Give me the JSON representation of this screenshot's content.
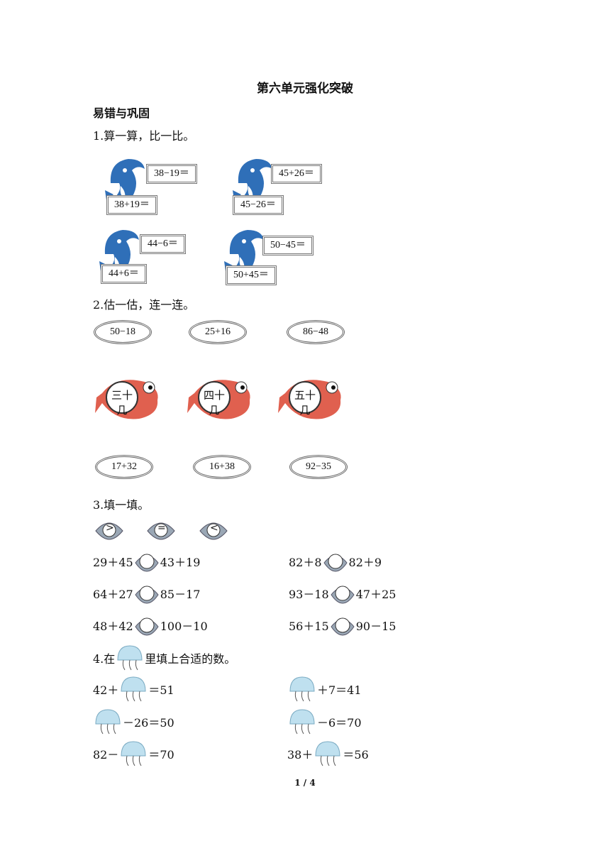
{
  "title": "第六单元强化突破",
  "section": "易错与巩固",
  "q1": {
    "label": "1.算一算，比一比。",
    "pairs": [
      [
        "38−19＝",
        "38+19＝"
      ],
      [
        "45+26＝",
        "45−26＝"
      ],
      [
        "44−6＝",
        "44+6＝"
      ],
      [
        "50−45＝",
        "50+45＝"
      ]
    ]
  },
  "q2": {
    "label": "2.估一估，连一连。",
    "top": [
      "50−18",
      "25+16",
      "86−48"
    ],
    "fish": [
      "三十几",
      "四十几",
      "五十几"
    ],
    "bottom": [
      "17+32",
      "16+38",
      "92−35"
    ]
  },
  "q3": {
    "label": "3.填一填。",
    "symbols": [
      ">",
      "=",
      "<"
    ],
    "left": [
      [
        "29＋45",
        "43＋19"
      ],
      [
        "64＋27",
        "85－17"
      ],
      [
        "48＋42",
        "100－10"
      ]
    ],
    "right": [
      [
        "82＋8",
        "82＋9"
      ],
      [
        "93－18",
        "47＋25"
      ],
      [
        "56＋15",
        "90－15"
      ]
    ]
  },
  "q4": {
    "label_pre": "4.在",
    "label_post": "里填上合适的数。",
    "left": [
      [
        "42＋",
        "＝51"
      ],
      [
        "",
        "－26＝50"
      ],
      [
        "82－",
        "＝70"
      ]
    ],
    "right": [
      [
        "",
        "＋7＝41"
      ],
      [
        "",
        "－6＝70"
      ],
      [
        "38＋",
        "＝56"
      ]
    ]
  },
  "footer": "1 / 4",
  "colors": {
    "dolphin": "#2f6fb8",
    "fish": "#e0604f",
    "jelly": "#bfe0ef"
  }
}
